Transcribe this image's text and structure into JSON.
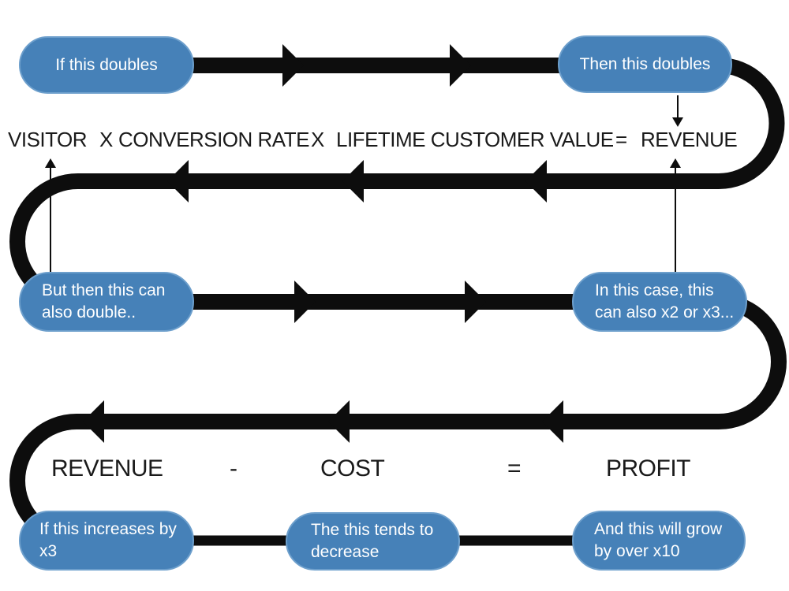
{
  "colors": {
    "pill_blue": "#4681b8",
    "pill_border": "#6d9fcc",
    "pill_text": "#ffffff",
    "line_black": "#0d0d0d",
    "text_black": "#1a1a1a"
  },
  "formula_top": {
    "visitor": "VISITOR",
    "times1": "X",
    "conversion_rate": "CONVERSION RATE",
    "times2": "X",
    "lifetime_customer_value": "LIFETIME CUSTOMER VALUE",
    "equals": "=",
    "revenue": "REVENUE"
  },
  "formula_bottom": {
    "revenue": "REVENUE",
    "minus": "-",
    "cost": "COST",
    "equals": "=",
    "profit": "PROFIT"
  },
  "callouts": {
    "top_left": "If this doubles",
    "top_right": "Then this doubles",
    "mid_left": "But then this can also double..",
    "mid_right": "In this case, this can also x2 or x3...",
    "bottom_left": "If this increases by x3",
    "bottom_mid": "The this tends to decrease",
    "bottom_right": "And this will grow by over x10"
  }
}
